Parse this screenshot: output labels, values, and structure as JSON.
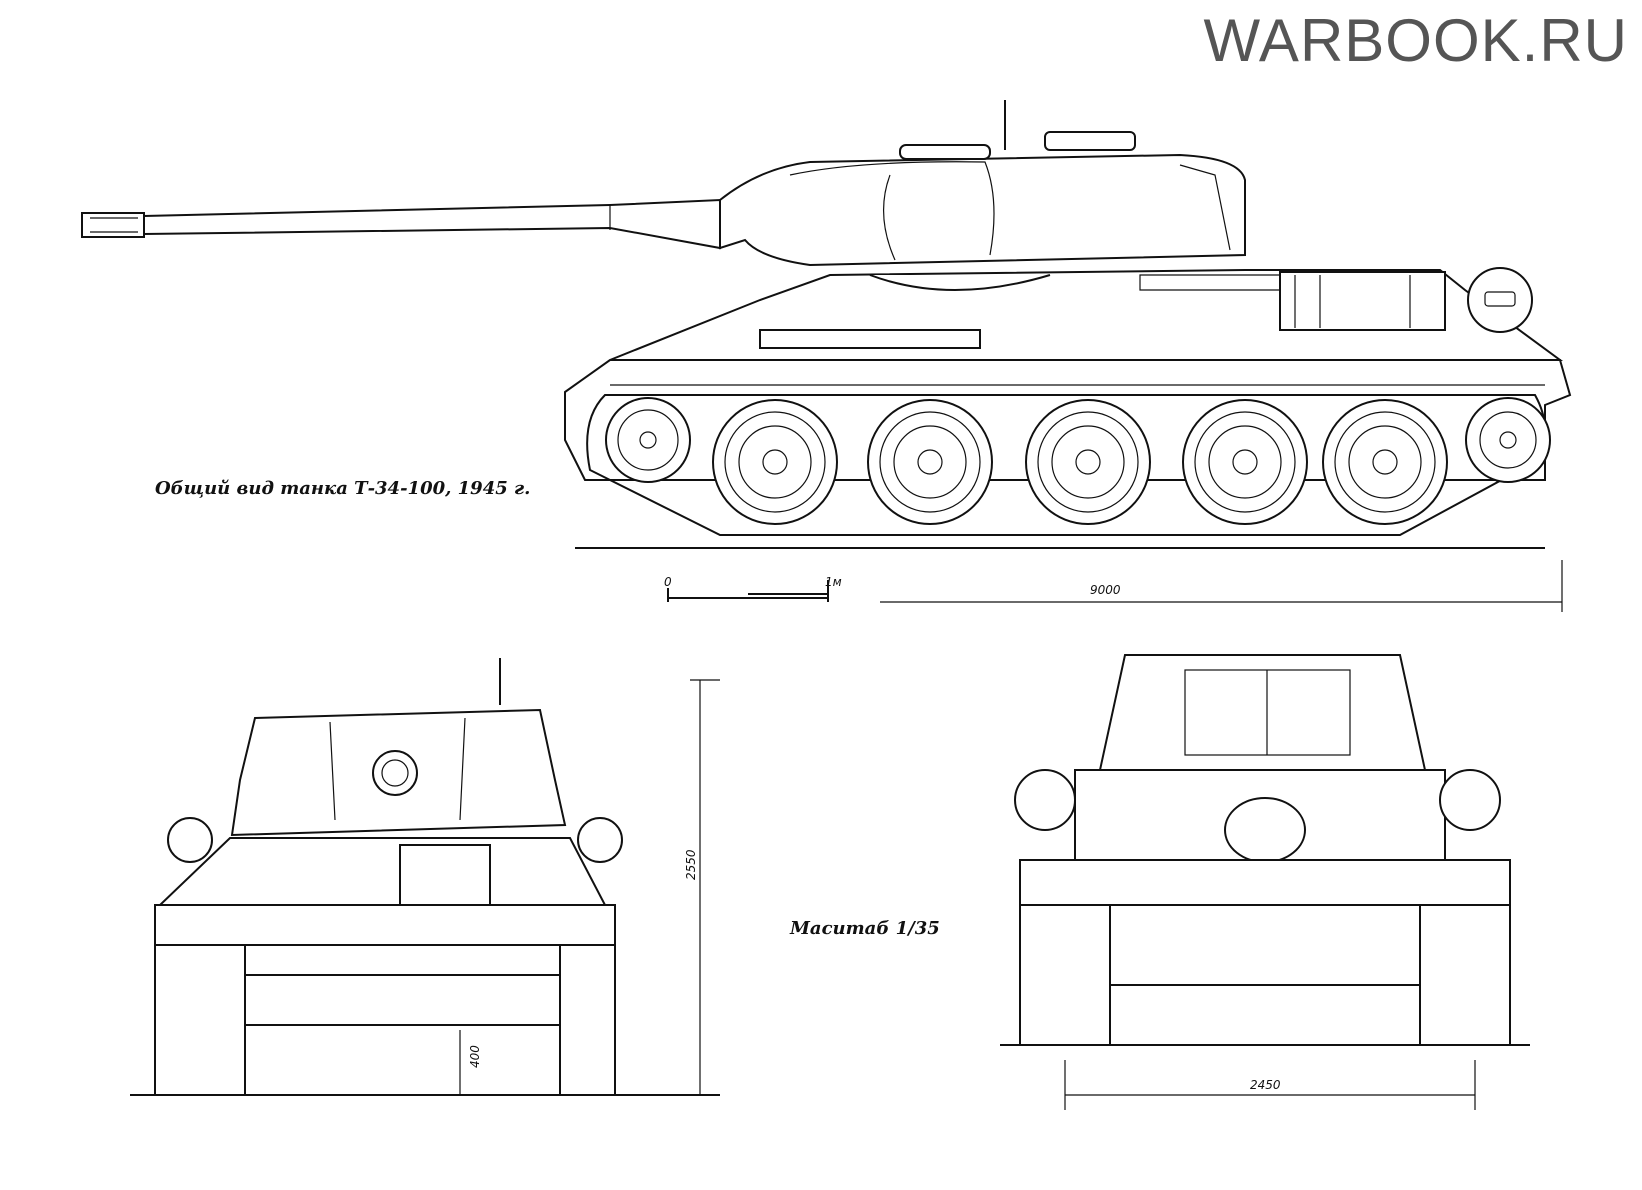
{
  "watermark": "WARBOOK.RU",
  "caption_main": "Общий вид танка Т-34-100, 1945 г.",
  "caption_scale": "Маситаб 1/35",
  "scale_bar": {
    "start": "0",
    "end": "1м"
  },
  "dimensions": {
    "length": "9000",
    "height": "2550",
    "clearance": "400",
    "width": "2450"
  }
}
